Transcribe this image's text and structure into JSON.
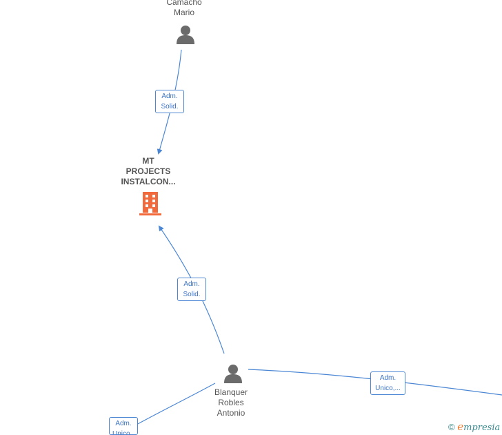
{
  "nodes": {
    "camacho": {
      "label": "Camacho\nMario"
    },
    "company": {
      "label": "MT\nPROJECTS\nINSTALCON..."
    },
    "blanquer": {
      "label": "Blanquer\nRobles\nAntonio"
    }
  },
  "edges": {
    "camacho_company": "Adm.\nSolid.",
    "blanquer_company": "Adm.\nSolid.",
    "blanquer_right": "Adm.\nUnico,...",
    "blanquer_left": "Adm.\nUnico,..."
  },
  "brand": {
    "copyright": "©",
    "e": "e",
    "rest": "mpresia"
  },
  "colors": {
    "edge": "#4a86d4",
    "person": "#6b6b6b",
    "company": "#f26a3b"
  }
}
